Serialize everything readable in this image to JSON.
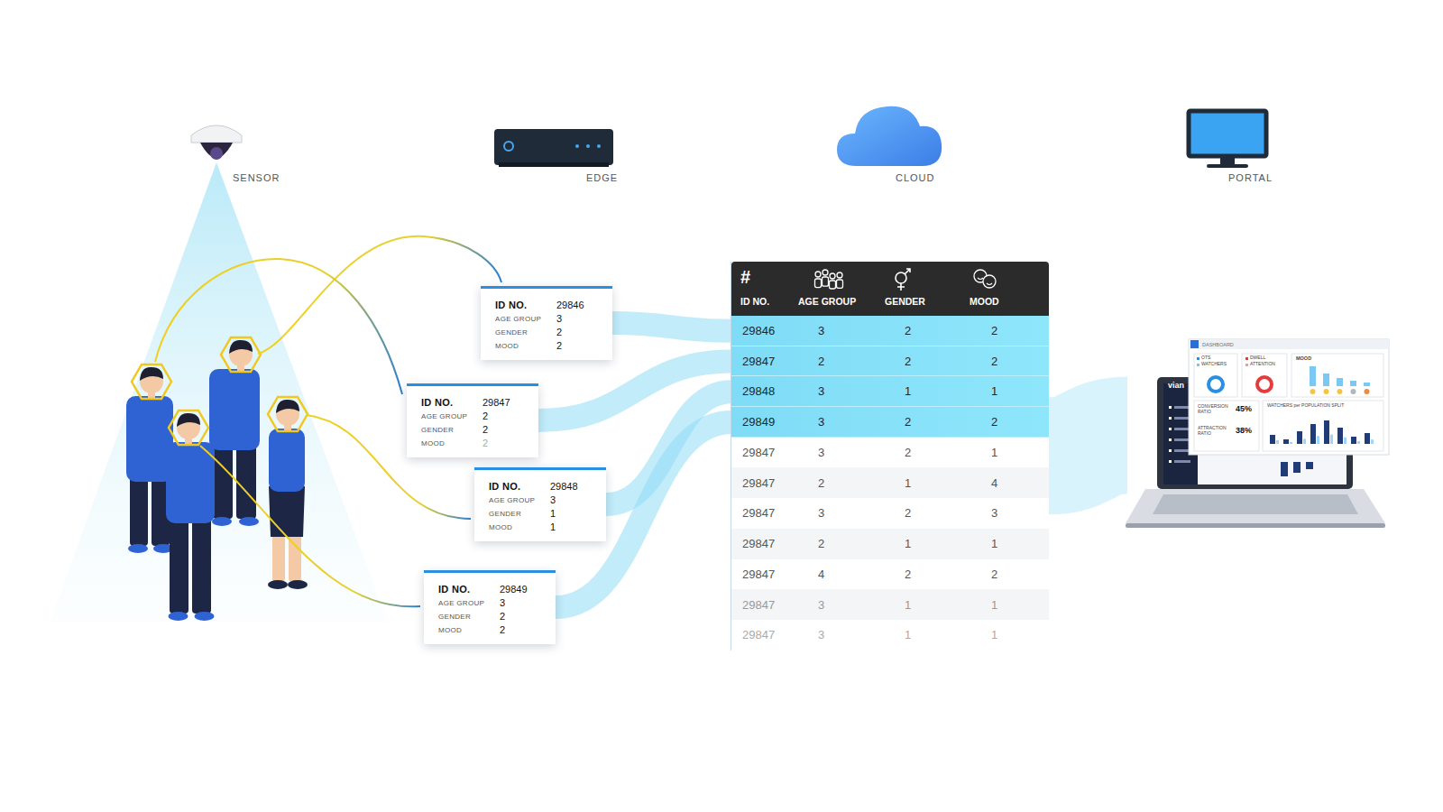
{
  "diagram": {
    "nodes": [
      {
        "text": [
          "ID NO.",
          "29846",
          "AGE GROUP",
          "3",
          "GENDER",
          "2",
          "MOOD",
          "2"
        ]
      },
      {
        "text": [
          "ID NO.",
          "29847",
          "AGE GROUP",
          "2",
          "GENDER",
          "2",
          "MOOD",
          "2"
        ]
      },
      {
        "text": [
          "ID NO.",
          "29848",
          "AGE GROUP",
          "3",
          "GENDER",
          "1",
          "MOOD",
          "1"
        ]
      },
      {
        "text": [
          "ID NO.",
          "29849",
          "AGE GROUP",
          "3",
          "GENDER",
          "2",
          "MOOD",
          "2"
        ]
      },
      {
        "text": []
      },
      {
        "text": [
          "#",
          "ID NO.",
          "AGE GROUP",
          "GENDER",
          "MOOD"
        ],
        "in": 4
      },
      {
        "text": [
          "29846",
          "3",
          "2",
          "2"
        ],
        "in": 4
      },
      {
        "text": [
          "29847",
          "2",
          "2",
          "2"
        ],
        "in": 4
      },
      {
        "text": [
          "29848",
          "3",
          "1",
          "1"
        ],
        "in": 4
      },
      {
        "text": [
          "29849",
          "3",
          "2",
          "2"
        ],
        "in": 4
      },
      {
        "text": [
          "29847",
          "3",
          "2",
          "1"
        ],
        "in": 4
      },
      {
        "text": [
          "29847",
          "2",
          "1",
          "4"
        ],
        "in": 4
      },
      {
        "text": [
          "29847",
          "3",
          "2",
          "3"
        ],
        "in": 4
      },
      {
        "text": [
          "29847",
          "2",
          "1",
          "1"
        ],
        "in": 4
      },
      {
        "text": [
          "29847",
          "4",
          "2",
          "2"
        ],
        "in": 4
      },
      {
        "text": [
          "29847",
          "3",
          "1",
          "1"
        ],
        "in": 4
      },
      {
        "text": [
          "29847",
          "3",
          "1",
          "1"
        ],
        "in": 4
      },
      {
        "text": [
          "vian",
          "DASHBOARD",
          "OTS",
          "WATCHERS",
          "DWELL",
          "ATTENTION",
          "MOOD",
          "CONVERSION RATIO",
          "45%",
          "ATTRACTION RATIO",
          "38%",
          "WATCHERS per POPULATION SPLIT"
        ]
      }
    ],
    "edges": [
      {
        "from": 0,
        "to": 6,
        "arrow": "none"
      },
      {
        "from": 1,
        "to": 7,
        "arrow": "none"
      },
      {
        "from": 2,
        "to": 8,
        "arrow": "none"
      },
      {
        "from": 3,
        "to": 9,
        "arrow": "none"
      },
      {
        "from": 4,
        "to": 17,
        "arrow": "none"
      }
    ],
    "labels": [
      "SENSOR",
      "EDGE",
      "CLOUD",
      "PORTAL"
    ]
  }
}
